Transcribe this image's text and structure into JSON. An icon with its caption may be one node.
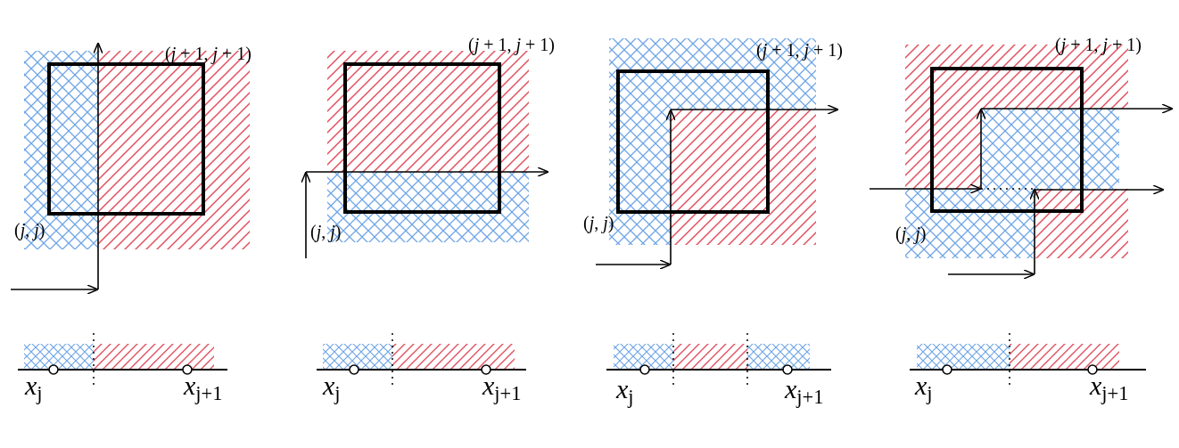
{
  "diagram": {
    "labels": [
      "(*j* + 1, *j* + 1)",
      "(*j*, *j*)",
      "(*j* + 1, *j* + 1)",
      "(*j*, *j*)",
      "(*j* + 1, *j* + 1)",
      "(*j*, *j*)",
      "(*j* + 1, *j* + 1)",
      "(*j*, *j*)",
      "*x*$_{j}$",
      "*x*$_{j+1}$",
      "*x*$_{j}$",
      "*x*$_{j+1}$",
      "*x*$_{j}$",
      "*x*$_{j+1}$",
      "*x*$_{j}$",
      "*x*$_{j+1}$"
    ]
  }
}
